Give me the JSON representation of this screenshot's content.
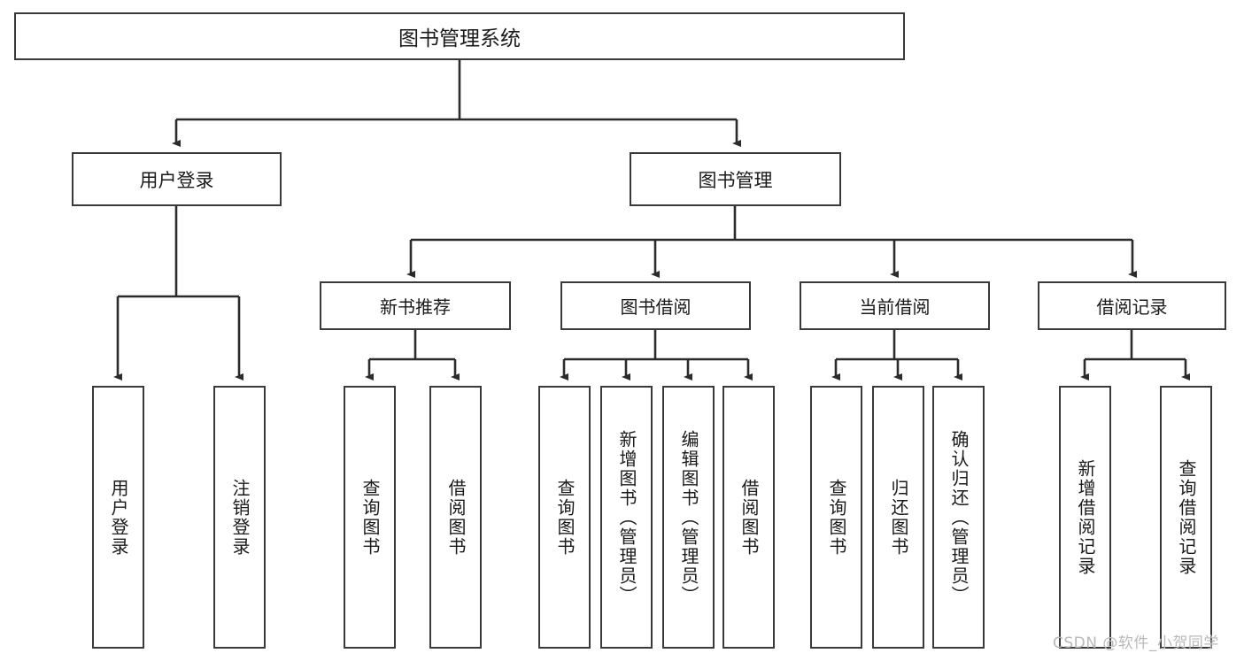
{
  "diagram": {
    "type": "tree-hierarchy-chart",
    "title": "图书管理系统",
    "watermark": "CSDN @软件_小贺同学",
    "style": {
      "background": "#ffffff",
      "box_border": "#3a3a3a",
      "box_fill": "#ffffff",
      "connector": "#2b2b2b",
      "text": "#1a1a1a",
      "watermark_color": "#b9b9b9"
    },
    "root": {
      "label": "图书管理系统"
    },
    "level2": [
      {
        "id": "login",
        "label": "用户登录"
      },
      {
        "id": "bookmgmt",
        "label": "图书管理"
      }
    ],
    "level3": [
      {
        "id": "newbook",
        "label": "新书推荐",
        "parent": "bookmgmt"
      },
      {
        "id": "borrow",
        "label": "图书借阅",
        "parent": "bookmgmt"
      },
      {
        "id": "current",
        "label": "当前借阅",
        "parent": "bookmgmt"
      },
      {
        "id": "records",
        "label": "借阅记录",
        "parent": "bookmgmt"
      }
    ],
    "leaves": [
      {
        "id": "l1",
        "label": "用户登录",
        "parent": "login"
      },
      {
        "id": "l2",
        "label": "注销登录",
        "parent": "login"
      },
      {
        "id": "l3",
        "label": "查询图书",
        "parent": "newbook"
      },
      {
        "id": "l4",
        "label": "借阅图书",
        "parent": "newbook"
      },
      {
        "id": "l5",
        "label": "查询图书",
        "parent": "borrow"
      },
      {
        "id": "l6",
        "label": "新增图书（管理员）",
        "parent": "borrow"
      },
      {
        "id": "l7",
        "label": "编辑图书（管理员）",
        "parent": "borrow"
      },
      {
        "id": "l8",
        "label": "借阅图书",
        "parent": "borrow"
      },
      {
        "id": "l9",
        "label": "查询图书",
        "parent": "current"
      },
      {
        "id": "l10",
        "label": "归还图书",
        "parent": "current"
      },
      {
        "id": "l11",
        "label": "确认归还（管理员）",
        "parent": "current"
      },
      {
        "id": "l12",
        "label": "新增借阅记录",
        "parent": "records"
      },
      {
        "id": "l13",
        "label": "查询借阅记录",
        "parent": "records"
      }
    ]
  }
}
